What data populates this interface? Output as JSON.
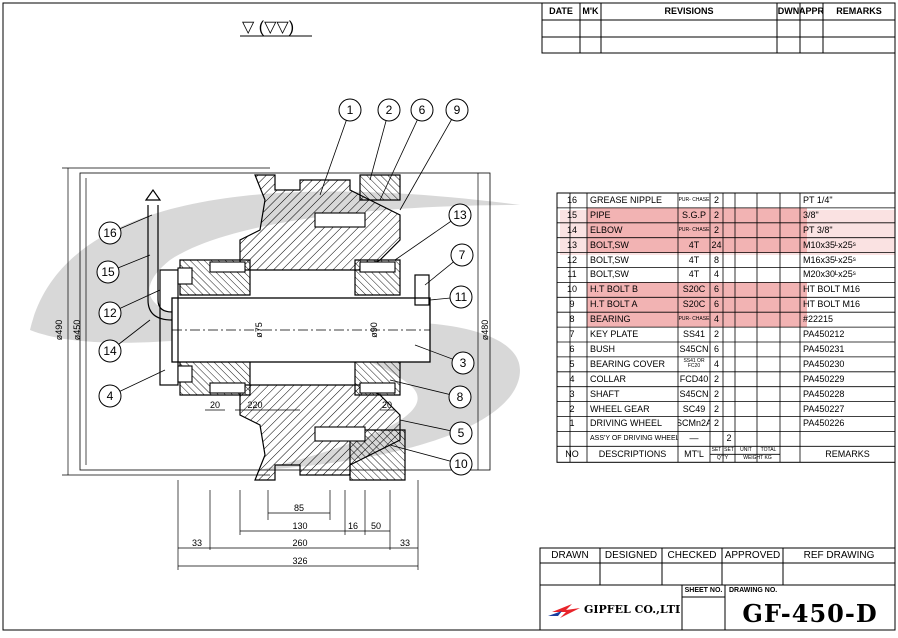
{
  "surface_symbols": "▽ (▽▽)",
  "revisions": {
    "headers": {
      "date": "DATE",
      "mark": "M'K",
      "revisions": "REVISIONS",
      "dwn": "DWN",
      "appr": "APPR",
      "remarks": "REMARKS"
    }
  },
  "bom": {
    "rows": [
      {
        "no": "16",
        "desc": "GREASE NIPPLE",
        "mtl": "PUR- CHASE",
        "set1": "2",
        "set2": "",
        "remarks": "PT 1/4\""
      },
      {
        "no": "15",
        "desc": "PIPE",
        "mtl": "S.G.P",
        "set1": "2",
        "set2": "",
        "remarks": "3/8\""
      },
      {
        "no": "14",
        "desc": "ELBOW",
        "mtl": "PUR- CHASE",
        "set1": "2",
        "set2": "",
        "remarks": "PT 3/8\""
      },
      {
        "no": "13",
        "desc": "BOLT,SW",
        "mtl": "4T",
        "set1": "24",
        "set2": "",
        "remarks": "M10x35ᴸx25ˢ"
      },
      {
        "no": "12",
        "desc": "BOLT,SW",
        "mtl": "4T",
        "set1": "8",
        "set2": "",
        "remarks": "M16x35ᴸx25ˢ"
      },
      {
        "no": "11",
        "desc": "BOLT,SW",
        "mtl": "4T",
        "set1": "4",
        "set2": "",
        "remarks": "M20x30ᴸx25ˢ"
      },
      {
        "no": "10",
        "desc": "H.T BOLT B",
        "mtl": "S20C",
        "set1": "6",
        "set2": "",
        "remarks": "HT BOLT M16"
      },
      {
        "no": "9",
        "desc": "H.T BOLT A",
        "mtl": "S20C",
        "set1": "6",
        "set2": "",
        "remarks": "HT BOLT M16"
      },
      {
        "no": "8",
        "desc": "BEARING",
        "mtl": "PUR- CHASE",
        "set1": "4",
        "set2": "",
        "remarks": "#22215"
      },
      {
        "no": "7",
        "desc": "KEY PLATE",
        "mtl": "SS41",
        "set1": "2",
        "set2": "",
        "remarks": "PA450212"
      },
      {
        "no": "6",
        "desc": "BUSH",
        "mtl": "S45CN",
        "set1": "6",
        "set2": "",
        "remarks": "PA450231"
      },
      {
        "no": "5",
        "desc": "BEARING COVER",
        "mtl": "SS41 OR FC20",
        "set1": "4",
        "set2": "",
        "remarks": "PA450230"
      },
      {
        "no": "4",
        "desc": "COLLAR",
        "mtl": "FCD40",
        "set1": "2",
        "set2": "",
        "remarks": "PA450229"
      },
      {
        "no": "3",
        "desc": "SHAFT",
        "mtl": "S45CN",
        "set1": "2",
        "set2": "",
        "remarks": "PA450228"
      },
      {
        "no": "2",
        "desc": "WHEEL GEAR",
        "mtl": "SC49",
        "set1": "2",
        "set2": "",
        "remarks": "PA450227"
      },
      {
        "no": "1",
        "desc": "DRIVING WHEEL",
        "mtl": "SCMn2A",
        "set1": "2",
        "set2": "",
        "remarks": "PA450226"
      },
      {
        "no": "",
        "desc": "ASS'Y OF DRIVING WHEEL",
        "mtl": "—",
        "set1": "",
        "set2": "2",
        "remarks": ""
      }
    ],
    "headers": {
      "no": "NO",
      "desc": "DESCRIPTIONS",
      "mtl": "MT'L",
      "set1": "SET",
      "set2": "SET",
      "qty": "Q'TY",
      "unit": "UNIT",
      "total": "TOTAL",
      "weight": "WEIGHT KG",
      "remarks": "REMARKS"
    },
    "highlight_color": "#f2b3b3"
  },
  "title_block": {
    "drawn": "DRAWN",
    "designed": "DESIGNED",
    "checked": "CHECKED",
    "approved": "APPROVED",
    "ref_drawing": "REF DRAWING",
    "sheet_no": "SHEET NO.",
    "drawing_no_label": "DRAWING NO.",
    "company": "GIPFEL CO.,LTD",
    "drawing_no": "GF-450-D"
  },
  "dimensions": {
    "d490": "ø490",
    "d450": "ø450",
    "d480": "ø480",
    "d75": "ø75",
    "d90": "ø90",
    "w20a": "20",
    "w220": "220",
    "w20b": "20",
    "w85": "85",
    "w130": "130",
    "w16": "16",
    "w50": "50",
    "w33a": "33",
    "w260": "260",
    "w33b": "33",
    "w326": "326"
  },
  "balloons": [
    "1",
    "2",
    "6",
    "9",
    "13",
    "7",
    "11",
    "3",
    "8",
    "5",
    "10",
    "16",
    "15",
    "12",
    "14",
    "4"
  ],
  "watermark": {
    "letter": "S"
  }
}
